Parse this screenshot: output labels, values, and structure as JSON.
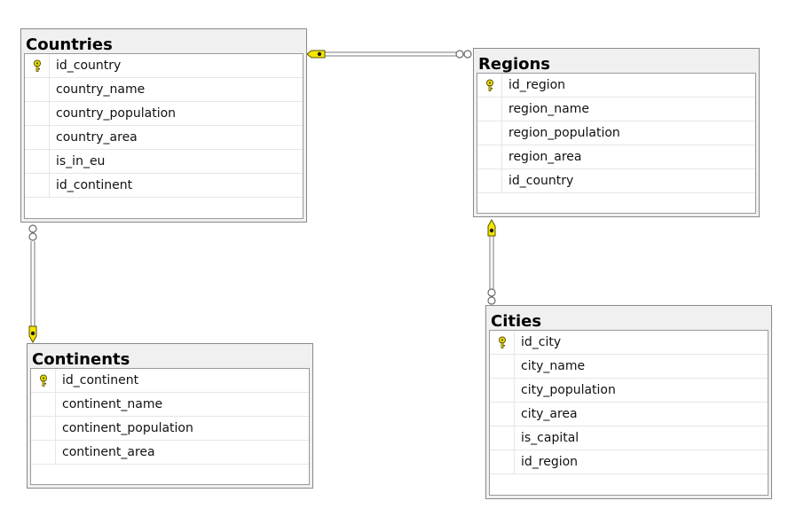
{
  "tables": {
    "countries": {
      "title": "Countries",
      "columns": [
        {
          "name": "id_country",
          "primary_key": true
        },
        {
          "name": "country_name",
          "primary_key": false
        },
        {
          "name": "country_population",
          "primary_key": false
        },
        {
          "name": "country_area",
          "primary_key": false
        },
        {
          "name": "is_in_eu",
          "primary_key": false
        },
        {
          "name": "id_continent",
          "primary_key": false
        }
      ]
    },
    "regions": {
      "title": "Regions",
      "columns": [
        {
          "name": "id_region",
          "primary_key": true
        },
        {
          "name": "region_name",
          "primary_key": false
        },
        {
          "name": "region_population",
          "primary_key": false
        },
        {
          "name": "region_area",
          "primary_key": false
        },
        {
          "name": "id_country",
          "primary_key": false
        }
      ]
    },
    "continents": {
      "title": "Continents",
      "columns": [
        {
          "name": "id_continent",
          "primary_key": true
        },
        {
          "name": "continent_name",
          "primary_key": false
        },
        {
          "name": "continent_population",
          "primary_key": false
        },
        {
          "name": "continent_area",
          "primary_key": false
        }
      ]
    },
    "cities": {
      "title": "Cities",
      "columns": [
        {
          "name": "id_city",
          "primary_key": true
        },
        {
          "name": "city_name",
          "primary_key": false
        },
        {
          "name": "city_population",
          "primary_key": false
        },
        {
          "name": "city_area",
          "primary_key": false
        },
        {
          "name": "is_capital",
          "primary_key": false
        },
        {
          "name": "id_region",
          "primary_key": false
        }
      ]
    }
  },
  "relationships": [
    {
      "name": "regions-to-countries",
      "one": "countries",
      "many": "regions"
    },
    {
      "name": "countries-to-continents",
      "one": "continents",
      "many": "countries"
    },
    {
      "name": "cities-to-regions",
      "one": "regions",
      "many": "cities"
    }
  ],
  "colors": {
    "key_fill": "#f5e600",
    "key_stroke": "#5a5200",
    "connector_line": "#7a7a7a",
    "header_background": "#f0f0f0"
  }
}
